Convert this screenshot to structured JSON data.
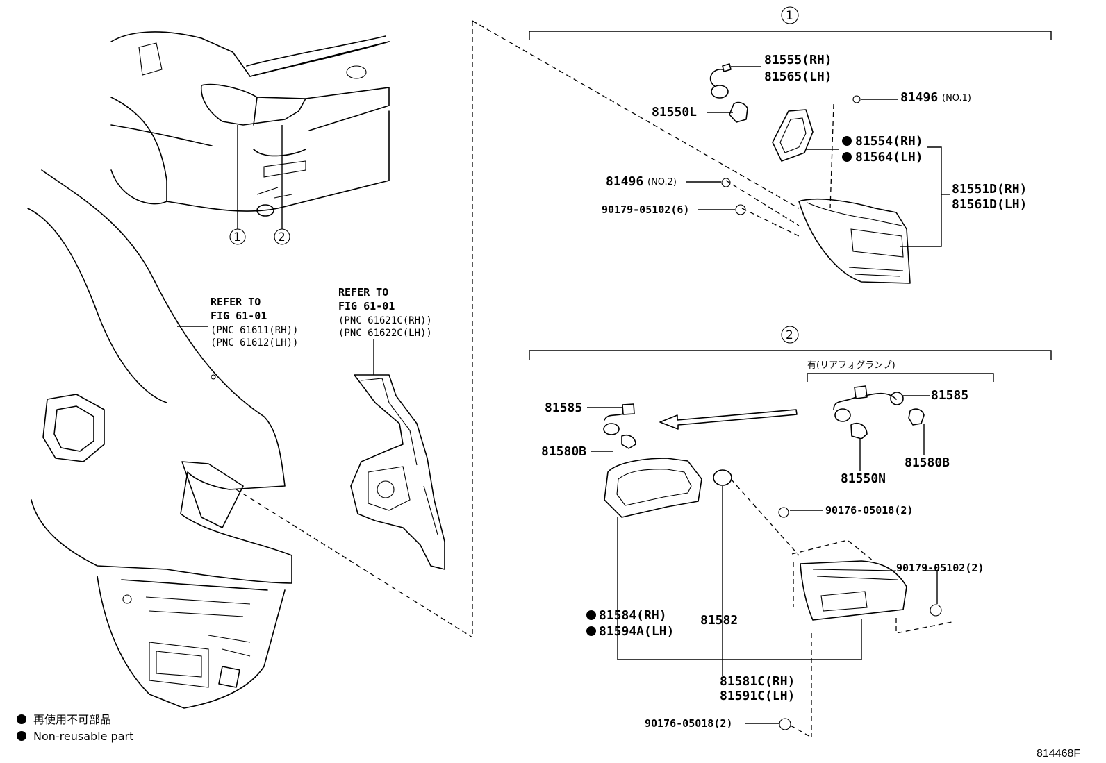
{
  "diagram_code": "814468F",
  "callouts": {
    "one": "1",
    "two": "2"
  },
  "refer_front": {
    "line1": "REFER TO",
    "line2": "FIG 61-01",
    "line3": "(PNC 61611(RH))",
    "line4": "(PNC 61612(LH))"
  },
  "refer_rear": {
    "line1": "REFER TO",
    "line2": "FIG 61-01",
    "line3": "(PNC 61621C(RH))",
    "line4": "(PNC 61622C(LH))"
  },
  "group1": {
    "p81555": "81555(RH)",
    "p81565": "81565(LH)",
    "p81550L": "81550L",
    "p81496_no1": "81496",
    "p81496_no1_note": "(NO.1)",
    "p81554": "81554(RH)",
    "p81564": "81564(LH)",
    "p81496_no2": "81496",
    "p81496_no2_note": "(NO.2)",
    "p90179": "90179-05102(6)",
    "p81551D": "81551D(RH)",
    "p81561D": "81561D(LH)"
  },
  "group2": {
    "fog_note": "有(リアフォグランプ)",
    "p81585_left": "81585",
    "p81580B_left": "81580B",
    "p81585_right": "81585",
    "p81550N": "81550N",
    "p81580B_right": "81580B",
    "p90176_upper": "90176-05018(2)",
    "p90179": "90179-05102(2)",
    "p81584": "81584(RH)",
    "p81594A": "81594A(LH)",
    "p81582": "81582",
    "p81581C": "81581C(RH)",
    "p81591C": "81591C(LH)",
    "p90176_lower": "90176-05018(2)"
  },
  "legend": {
    "jp": "再使用不可部品",
    "en": "Non-reusable part"
  }
}
